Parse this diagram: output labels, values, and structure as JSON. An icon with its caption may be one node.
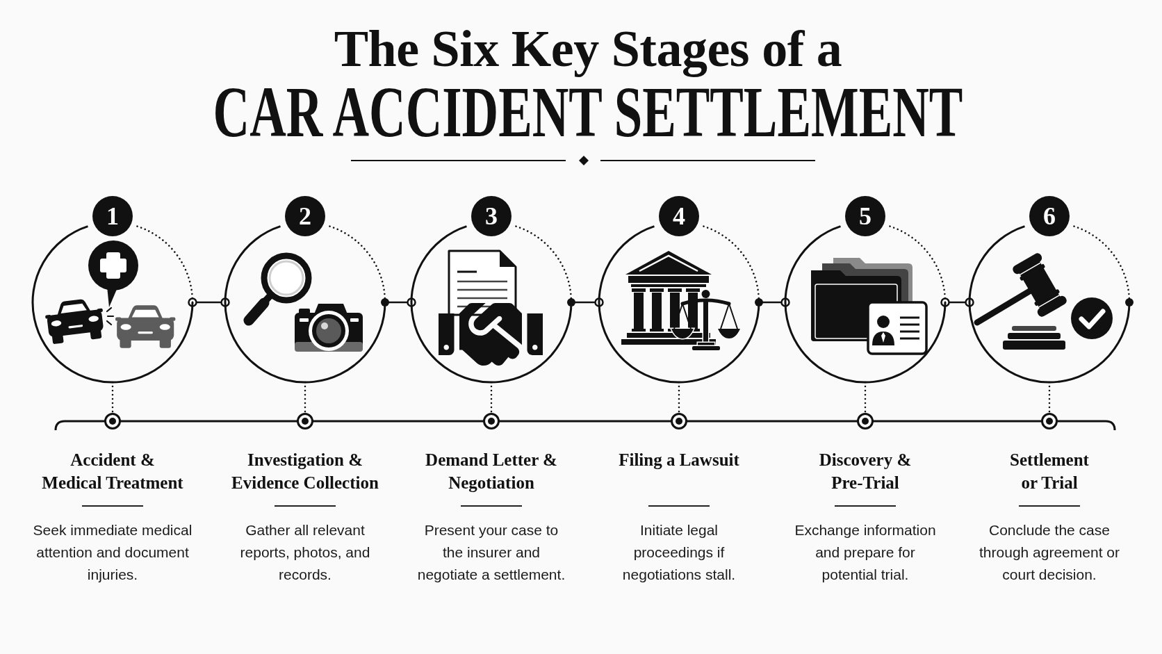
{
  "diagram": {
    "title": "The Six Key Stages of a **CAR ACCIDENT SETTLEMENT**",
    "nodes": [
      {
        "text": [
          "1"
        ]
      },
      {
        "text": [],
        "shape": "circle"
      },
      {
        "text": [],
        "shape": "circle",
        "beside": [
          "Accident & Medical Treatment",
          "Seek immediate medical attention and document injuries."
        ]
      },
      {
        "text": [
          "2"
        ]
      },
      {
        "text": [],
        "shape": "circle"
      },
      {
        "text": [],
        "shape": "circle",
        "beside": [
          "Investigation & Evidence Collection",
          "Gather all relevant reports, photos, and records."
        ]
      },
      {
        "text": [
          "3"
        ]
      },
      {
        "text": [],
        "shape": "circle"
      },
      {
        "text": [],
        "shape": "circle",
        "beside": [
          "Demand Letter & Negotiation",
          "Present your case to the insurer and negotiate a settlement."
        ]
      },
      {
        "text": [
          "4"
        ]
      },
      {
        "text": [],
        "shape": "circle"
      },
      {
        "text": [],
        "shape": "circle",
        "beside": [
          "Filing a Lawsuit",
          "Initiate legal proceedings if negotiations stall."
        ]
      },
      {
        "text": [
          "5"
        ]
      },
      {
        "text": [],
        "shape": "circle"
      },
      {
        "text": [],
        "shape": "circle",
        "beside": [
          "Discovery & Pre-Trial",
          "Exchange information and prepare for potential trial."
        ]
      },
      {
        "text": [
          "6"
        ]
      },
      {
        "text": [],
        "shape": "circle"
      },
      {
        "text": [],
        "shape": "circle",
        "beside": [
          "Settlement or Trial",
          "Conclude the case through agreement or court decision."
        ]
      }
    ],
    "edges": [
      {
        "from": 1,
        "to": 4,
        "arrow": "other"
      },
      {
        "from": 4,
        "to": 7,
        "arrow": "other"
      },
      {
        "from": 7,
        "to": 10,
        "arrow": "other"
      },
      {
        "from": 10,
        "to": 13,
        "arrow": "other"
      },
      {
        "from": 13,
        "to": 16,
        "arrow": "other"
      },
      {
        "from": 1,
        "to": 2,
        "arrow": "none",
        "style": "dashed"
      },
      {
        "from": 4,
        "to": 5,
        "arrow": "none",
        "style": "dashed"
      },
      {
        "from": 7,
        "to": 8,
        "arrow": "none",
        "style": "dashed"
      },
      {
        "from": 10,
        "to": 11,
        "arrow": "none",
        "style": "dashed"
      },
      {
        "from": 13,
        "to": 14,
        "arrow": "none",
        "style": "dashed"
      },
      {
        "from": 16,
        "to": 17,
        "arrow": "none",
        "style": "dashed"
      }
    ]
  }
}
